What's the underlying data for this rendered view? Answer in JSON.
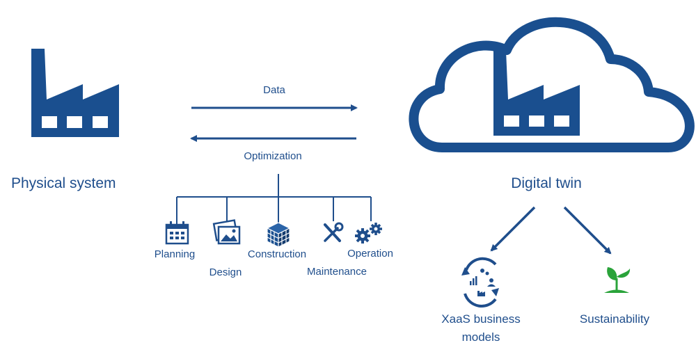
{
  "colors": {
    "primary": "#1a4f8f",
    "line": "#1f4e8c",
    "plant": "#2aa33a"
  },
  "nodes": {
    "physical": {
      "label": "Physical system",
      "icon": "factory-icon"
    },
    "twin": {
      "label": "Digital twin",
      "icon": "cloud-factory-icon"
    }
  },
  "flows": {
    "data": "Data",
    "optimization": "Optimization"
  },
  "phases": [
    {
      "id": "planning",
      "label": "Planning",
      "icon": "calendar-icon"
    },
    {
      "id": "design",
      "label": "Design",
      "icon": "images-icon"
    },
    {
      "id": "construction",
      "label": "Construction",
      "icon": "cube-icon"
    },
    {
      "id": "maintenance",
      "label": "Maintenance",
      "icon": "wrench-screwdriver-icon"
    },
    {
      "id": "operation",
      "label": "Operation",
      "icon": "gears-icon"
    }
  ],
  "outcomes": {
    "xaas_line1": "XaaS business",
    "xaas_line2": "models",
    "xaas_icon": "cycle-business-icon",
    "sustainability": "Sustainability",
    "sustainability_icon": "sprout-icon"
  }
}
